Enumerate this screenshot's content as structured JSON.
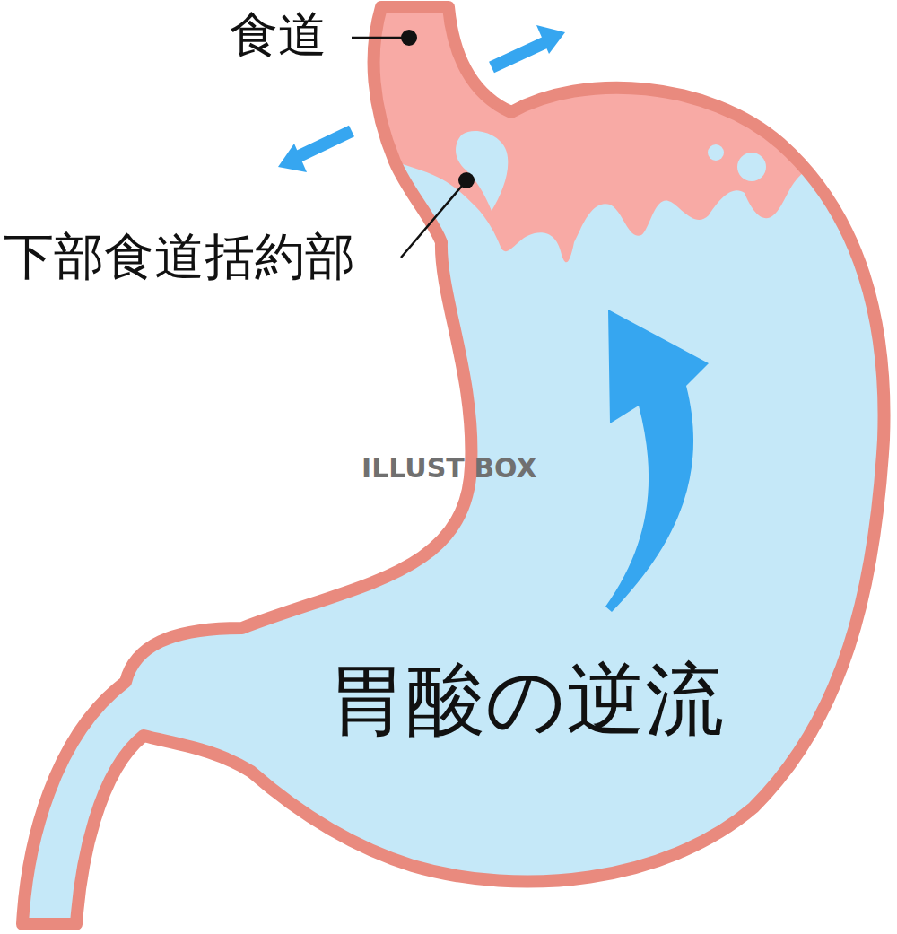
{
  "diagram": {
    "labels": [
      "食道",
      "下部食道括約部",
      "胃酸の逆流",
      "ILLUST BOX"
    ]
  }
}
